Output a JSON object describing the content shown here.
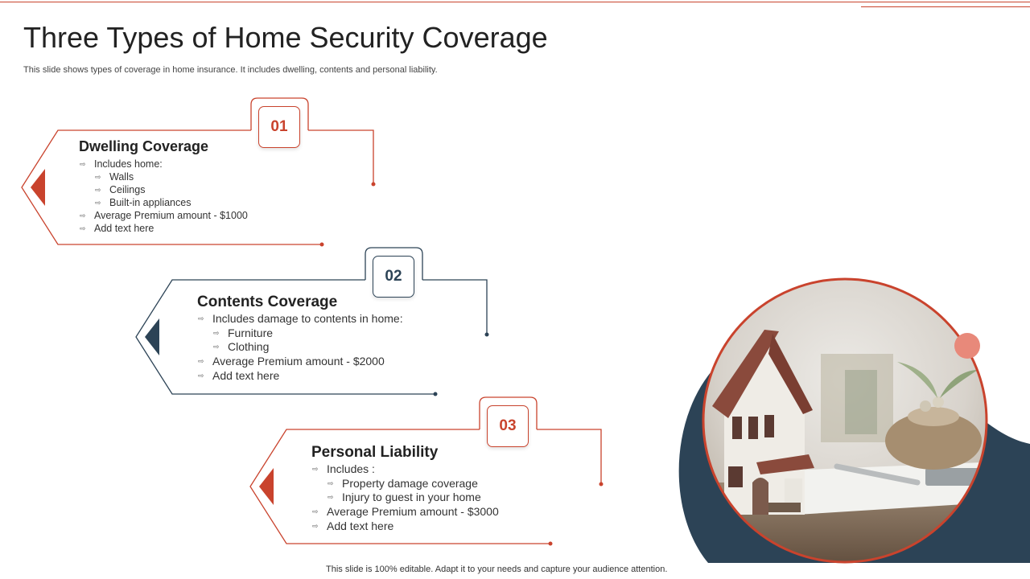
{
  "title": "Three Types of Home Security Coverage",
  "subtitle": "This slide shows types of coverage in home insurance. It includes dwelling, contents and personal liability.",
  "footer": "This slide is 100% editable. Adapt it to your  needs and capture your audience attention.",
  "colors": {
    "accent": "#c9432d",
    "navy": "#2c4356",
    "photo_border": "#c9432d",
    "dot": "#e8897a"
  },
  "cards": [
    {
      "number": "01",
      "title": "Dwelling Coverage",
      "items": [
        {
          "text": "Includes home:",
          "level": 1
        },
        {
          "text": "Walls",
          "level": 2
        },
        {
          "text": "Ceilings",
          "level": 2
        },
        {
          "text": "Built-in appliances",
          "level": 2
        },
        {
          "text": "Average  Premium amount - $1000",
          "level": 1
        },
        {
          "text": "Add text here",
          "level": 1
        }
      ]
    },
    {
      "number": "02",
      "title": "Contents Coverage",
      "items": [
        {
          "text": "Includes damage to contents in home:",
          "level": 1
        },
        {
          "text": "Furniture",
          "level": 2
        },
        {
          "text": "Clothing",
          "level": 2
        },
        {
          "text": "Average  Premium amount - $2000",
          "level": 1
        },
        {
          "text": "Add text here",
          "level": 1
        }
      ]
    },
    {
      "number": "03",
      "title": "Personal Liability",
      "items": [
        {
          "text": "Includes :",
          "level": 1
        },
        {
          "text": "Property damage coverage",
          "level": 2
        },
        {
          "text": "Injury to guest in your home",
          "level": 2
        },
        {
          "text": "Average  Premium amount - $3000",
          "level": 1
        },
        {
          "text": "Add text here",
          "level": 1
        }
      ]
    }
  ],
  "icons": {
    "bullet": "arrow-bullet-icon"
  }
}
